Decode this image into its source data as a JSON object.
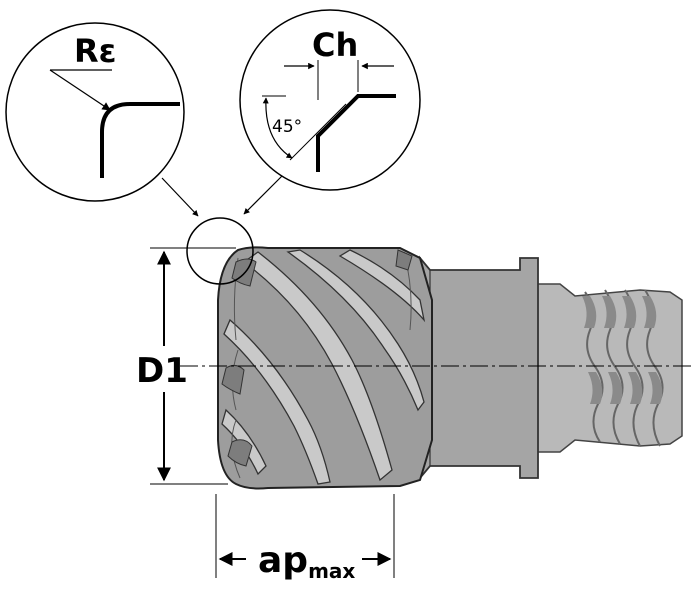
{
  "labels": {
    "corner_radius": "Rε",
    "chamfer": "Ch",
    "chamfer_angle": "45°",
    "diameter": "D1",
    "ap_main": "ap",
    "ap_sub": "max"
  },
  "colors": {
    "body": "#9d9d9d",
    "body_dark": "#7c7c7c",
    "body_light": "#c4c4c4",
    "shank": "#b4b4b4",
    "line": "#000000"
  }
}
